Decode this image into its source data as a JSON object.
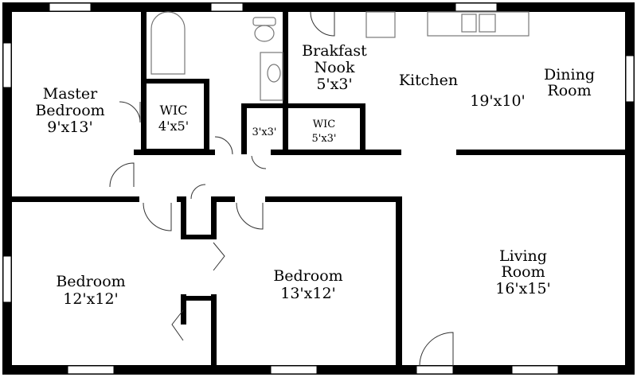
{
  "rooms": {
    "master_bedroom": {
      "name_line1": "Master",
      "name_line2": "Bedroom",
      "size": "9'x13'"
    },
    "wic_master": {
      "name": "WIC",
      "size": "4'x5'"
    },
    "closet_small": {
      "size": "3'x3'"
    },
    "wic_hall": {
      "name": "WIC",
      "size": "5'x3'"
    },
    "breakfast_nook": {
      "name_line1": "Brakfast",
      "name_line2": "Nook",
      "size": "5'x3'"
    },
    "kitchen": {
      "name": "Kitchen",
      "size": "19'x10'"
    },
    "dining_room": {
      "name_line1": "Dining",
      "name_line2": "Room"
    },
    "bedroom_left": {
      "name": "Bedroom",
      "size": "12'x12'"
    },
    "bedroom_middle": {
      "name": "Bedroom",
      "size": "13'x12'"
    },
    "living_room": {
      "name_line1": "Living",
      "name_line2": "Room",
      "size": "16'x15'"
    }
  },
  "colors": {
    "wall": "#000000",
    "fixture": "#777777",
    "background": "#ffffff"
  }
}
